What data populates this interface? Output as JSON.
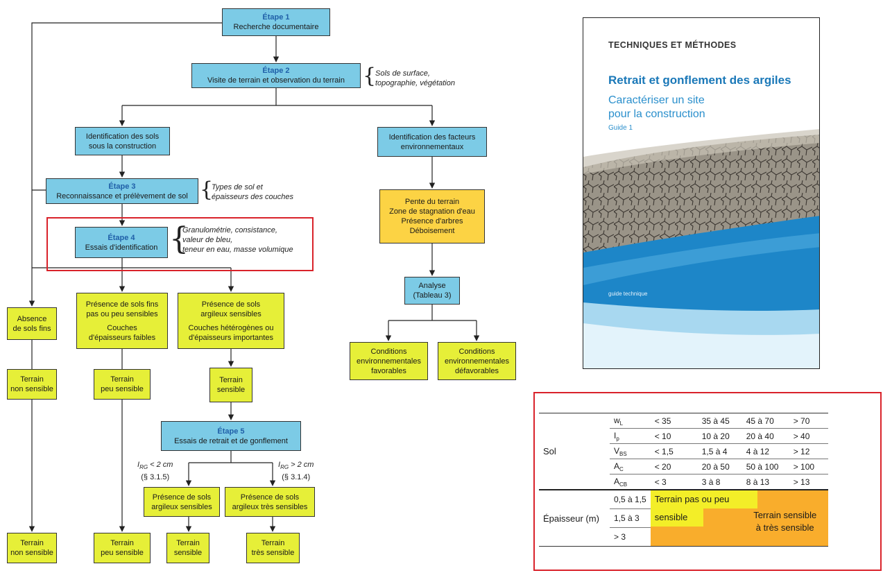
{
  "flowchart": {
    "step1": {
      "title": "Étape 1",
      "text": "Recherche documentaire"
    },
    "step2": {
      "title": "Étape 2",
      "text": "Visite de terrain et observation du terrain"
    },
    "step2_note": {
      "line1": "Sols de surface,",
      "line2": "topographie, végétation"
    },
    "soil_id": {
      "line1": "Identification des sols",
      "line2": "sous la construction"
    },
    "env_id": {
      "line1": "Identification des facteurs",
      "line2": "environnementaux"
    },
    "step3": {
      "title": "Étape 3",
      "text": "Reconnaissance et prélèvement de sol"
    },
    "step3_note": {
      "line1": "Types de sol et",
      "line2": "épaisseurs des couches"
    },
    "env_factors": {
      "line1": "Pente du terrain",
      "line2": "Zone de stagnation d'eau",
      "line3": "Présence d'arbres",
      "line4": "Déboisement"
    },
    "step4": {
      "title": "Étape 4",
      "text": "Essais d'identification"
    },
    "step4_note": {
      "line1": "Granulométrie, consistance,",
      "line2": "valeur de bleu,",
      "line3": "teneur en eau, masse volumique"
    },
    "analyse": {
      "line1": "Analyse",
      "line2": "(Tableau 3)"
    },
    "absence": {
      "line1": "Absence",
      "line2": "de sols fins"
    },
    "presence_fins": {
      "line1": "Présence de sols fins",
      "line2": "pas ou peu sensibles",
      "line3": "Couches",
      "line4": "d'épaisseurs faibles"
    },
    "presence_arg": {
      "line1": "Présence de sols",
      "line2": "argileux sensibles",
      "line3": "Couches hétérogènes ou",
      "line4": "d'épaisseurs importantes"
    },
    "cond_fav": {
      "line1": "Conditions",
      "line2": "environnementales",
      "line3": "favorables"
    },
    "cond_defav": {
      "line1": "Conditions",
      "line2": "environnementales",
      "line3": "défavorables"
    },
    "terrain_non_1": {
      "line1": "Terrain",
      "line2": "non sensible"
    },
    "terrain_peu_1": {
      "line1": "Terrain",
      "line2": "peu sensible"
    },
    "terrain_sens_1": {
      "line1": "Terrain",
      "line2": "sensible"
    },
    "step5": {
      "title": "Étape 5",
      "text": "Essais de retrait et de gonflement"
    },
    "irg_low": {
      "label": "I",
      "sub": "RG",
      "cond": "< 2 cm",
      "ref": "(§ 3.1.5)"
    },
    "irg_high": {
      "label": "I",
      "sub": "RG",
      "cond": "> 2 cm",
      "ref": "(§ 3.1.4)"
    },
    "presence_arg2": {
      "line1": "Présence de sols",
      "line2": "argileux sensibles"
    },
    "presence_tres": {
      "line1": "Présence de sols",
      "line2": "argileux très sensibles"
    },
    "terrain_non_2": {
      "line1": "Terrain",
      "line2": "non sensible"
    },
    "terrain_peu_2": {
      "line1": "Terrain",
      "line2": "peu sensible"
    },
    "terrain_sens_2": {
      "line1": "Terrain",
      "line2": "sensible"
    },
    "terrain_tres": {
      "line1": "Terrain",
      "line2": "très sensible"
    }
  },
  "cover": {
    "series": "TECHNIQUES ET MÉTHODES",
    "title": "Retrait et gonflement des argiles",
    "subtitle_line1": "Caractériser un site",
    "subtitle_line2": "pour la construction",
    "guide": "Guide 1",
    "footer": "guide technique"
  },
  "table": {
    "sol_label": "Sol",
    "rows": [
      {
        "param": "w",
        "sub": "L",
        "v1": "< 35",
        "v2": "35 à 45",
        "v3": "45 à 70",
        "v4": "> 70"
      },
      {
        "param": "I",
        "sub": "p",
        "v1": "< 10",
        "v2": "10 à 20",
        "v3": "20 à 40",
        "v4": "> 40"
      },
      {
        "param": "V",
        "sub": "BS",
        "v1": "< 1,5",
        "v2": "1,5 à 4",
        "v3": "4 à 12",
        "v4": "> 12"
      },
      {
        "param": "A",
        "sub": "C",
        "v1": "< 20",
        "v2": "20 à 50",
        "v3": "50 à 100",
        "v4": "> 100"
      },
      {
        "param": "A",
        "sub": "CB",
        "v1": "< 3",
        "v2": "3 à 8",
        "v3": "8 à 13",
        "v4": "> 13"
      }
    ],
    "epaisseur_label": "Épaisseur (m)",
    "ep_rows": [
      "0,5 à 1,5",
      "1,5 à 3",
      "> 3"
    ],
    "zone_low_line1": "Terrain pas ou peu",
    "zone_low_line2": "sensible",
    "zone_high_line1": "Terrain sensible",
    "zone_high_line2": "à très sensible"
  },
  "colors": {
    "blue": "#7ccbe6",
    "yellow": "#e6ef38",
    "orange_box": "#fcd344",
    "step_title": "#1f5fa8",
    "highlight": "#d9222a",
    "table_orange": "#f9ad2c",
    "table_yellow": "#f3ee28"
  }
}
